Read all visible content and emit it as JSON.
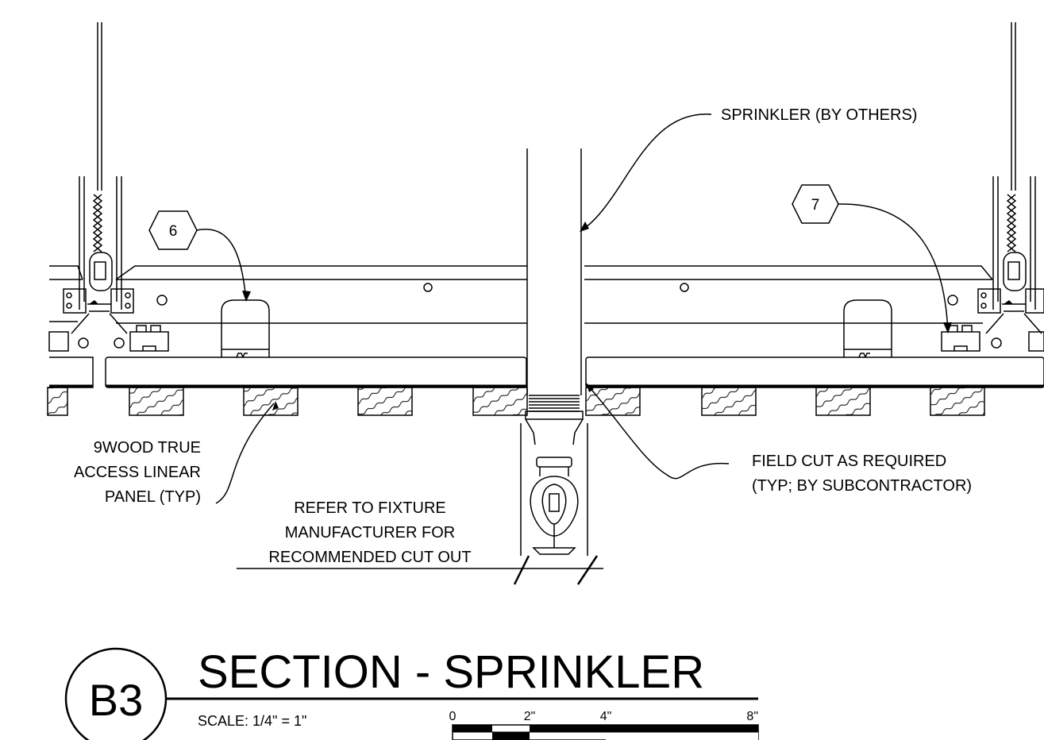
{
  "callouts": {
    "sprinkler": "SPRINKLER (BY OTHERS)",
    "panel_line1": "9WOOD TRUE",
    "panel_line2": "ACCESS LINEAR",
    "panel_line3": "PANEL (TYP)",
    "cutout_line1": "REFER TO FIXTURE",
    "cutout_line2": "MANUFACTURER FOR",
    "cutout_line3": "RECOMMENDED CUT OUT",
    "field_cut_line1": "FIELD CUT AS REQUIRED",
    "field_cut_line2": "(TYP; BY SUBCONTRACTOR)"
  },
  "keynotes": {
    "left": "6",
    "right": "7"
  },
  "title_block": {
    "detail_id": "B3",
    "title": "SECTION - SPRINKLER",
    "scale_text": "SCALE: 1/4\" = 1\"",
    "scale_ticks": [
      "0",
      "2\"",
      "4\"",
      "8\""
    ]
  }
}
